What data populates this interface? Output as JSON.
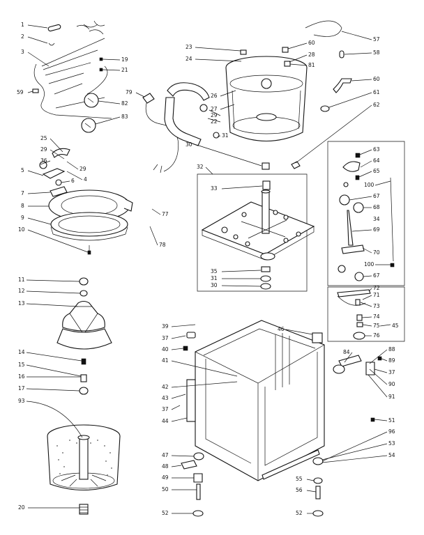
{
  "diagram": {
    "callouts": [
      {
        "id": "c1",
        "text": "1"
      },
      {
        "id": "c2",
        "text": "2"
      },
      {
        "id": "c3",
        "text": "3"
      },
      {
        "id": "c59",
        "text": "59"
      },
      {
        "id": "c19",
        "text": "19"
      },
      {
        "id": "c21",
        "text": "21"
      },
      {
        "id": "c82",
        "text": "82"
      },
      {
        "id": "c83",
        "text": "83"
      },
      {
        "id": "c79",
        "text": "79"
      },
      {
        "id": "c23",
        "text": "23"
      },
      {
        "id": "c24",
        "text": "24"
      },
      {
        "id": "c60a",
        "text": "60"
      },
      {
        "id": "c28",
        "text": "28"
      },
      {
        "id": "c81",
        "text": "81"
      },
      {
        "id": "c57",
        "text": "57"
      },
      {
        "id": "c58",
        "text": "58"
      },
      {
        "id": "c60b",
        "text": "60"
      },
      {
        "id": "c61",
        "text": "61"
      },
      {
        "id": "c62",
        "text": "62"
      },
      {
        "id": "c26",
        "text": "26"
      },
      {
        "id": "c27",
        "text": "27"
      },
      {
        "id": "c29a",
        "text": "29"
      },
      {
        "id": "c22",
        "text": "22"
      },
      {
        "id": "c31a",
        "text": "31"
      },
      {
        "id": "c30a",
        "text": "30"
      },
      {
        "id": "c25",
        "text": "25"
      },
      {
        "id": "c29b",
        "text": "29"
      },
      {
        "id": "c36",
        "text": "36"
      },
      {
        "id": "c29c",
        "text": "29"
      },
      {
        "id": "c5",
        "text": "5"
      },
      {
        "id": "c6",
        "text": "6"
      },
      {
        "id": "c4",
        "text": "4"
      },
      {
        "id": "c7",
        "text": "7"
      },
      {
        "id": "c8",
        "text": "8"
      },
      {
        "id": "c9",
        "text": "9"
      },
      {
        "id": "c10",
        "text": "10"
      },
      {
        "id": "c77",
        "text": "77"
      },
      {
        "id": "c78",
        "text": "78"
      },
      {
        "id": "c32",
        "text": "32"
      },
      {
        "id": "c33",
        "text": "33"
      },
      {
        "id": "c35",
        "text": "35"
      },
      {
        "id": "c31b",
        "text": "31"
      },
      {
        "id": "c30b",
        "text": "30"
      },
      {
        "id": "c63",
        "text": "63"
      },
      {
        "id": "c64",
        "text": "64"
      },
      {
        "id": "c65",
        "text": "65"
      },
      {
        "id": "c100a",
        "text": "100"
      },
      {
        "id": "c67a",
        "text": "67"
      },
      {
        "id": "c68",
        "text": "68"
      },
      {
        "id": "c34",
        "text": "34"
      },
      {
        "id": "c69",
        "text": "69"
      },
      {
        "id": "c70",
        "text": "70"
      },
      {
        "id": "c100b",
        "text": "100"
      },
      {
        "id": "c67b",
        "text": "67"
      },
      {
        "id": "c72",
        "text": "72"
      },
      {
        "id": "c71",
        "text": "71"
      },
      {
        "id": "c73",
        "text": "73"
      },
      {
        "id": "c74",
        "text": "74"
      },
      {
        "id": "c75",
        "text": "75"
      },
      {
        "id": "c45",
        "text": "45"
      },
      {
        "id": "c76",
        "text": "76"
      },
      {
        "id": "c11",
        "text": "11"
      },
      {
        "id": "c12",
        "text": "12"
      },
      {
        "id": "c13",
        "text": "13"
      },
      {
        "id": "c14",
        "text": "14"
      },
      {
        "id": "c15",
        "text": "15"
      },
      {
        "id": "c16",
        "text": "16"
      },
      {
        "id": "c17",
        "text": "17"
      },
      {
        "id": "c93",
        "text": "93"
      },
      {
        "id": "c20",
        "text": "20"
      },
      {
        "id": "c39",
        "text": "39"
      },
      {
        "id": "c37a",
        "text": "37"
      },
      {
        "id": "c40",
        "text": "40"
      },
      {
        "id": "c41",
        "text": "41"
      },
      {
        "id": "c42",
        "text": "42"
      },
      {
        "id": "c43",
        "text": "43"
      },
      {
        "id": "c37b",
        "text": "37"
      },
      {
        "id": "c44",
        "text": "44"
      },
      {
        "id": "c47",
        "text": "47"
      },
      {
        "id": "c48",
        "text": "48"
      },
      {
        "id": "c49",
        "text": "49"
      },
      {
        "id": "c50",
        "text": "50"
      },
      {
        "id": "c52a",
        "text": "52"
      },
      {
        "id": "c46",
        "text": "46"
      },
      {
        "id": "c84",
        "text": "84"
      },
      {
        "id": "c88",
        "text": "88"
      },
      {
        "id": "c89",
        "text": "89"
      },
      {
        "id": "c37c",
        "text": "37"
      },
      {
        "id": "c90",
        "text": "90"
      },
      {
        "id": "c91",
        "text": "91"
      },
      {
        "id": "c51",
        "text": "51"
      },
      {
        "id": "c96",
        "text": "96"
      },
      {
        "id": "c53",
        "text": "53"
      },
      {
        "id": "c54",
        "text": "54"
      },
      {
        "id": "c55",
        "text": "55"
      },
      {
        "id": "c56",
        "text": "56"
      },
      {
        "id": "c52b",
        "text": "52"
      }
    ]
  }
}
